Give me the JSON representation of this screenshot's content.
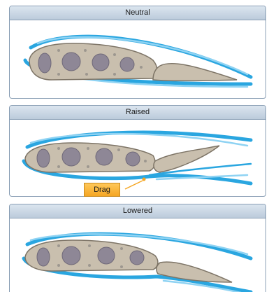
{
  "panels": [
    {
      "title": "Neutral"
    },
    {
      "title": "Raised"
    },
    {
      "title": "Lowered"
    }
  ],
  "annotation": {
    "drag_label": "Drag"
  },
  "colors": {
    "airflow": "#2aa6e0",
    "airfoil_fill": "#c9bfae",
    "airfoil_stroke": "#7d7466",
    "lightening_hole": "#8e8796",
    "header_top": "#dbe5ef",
    "header_bottom": "#bccbdb",
    "label_fill": "#f5a623"
  }
}
